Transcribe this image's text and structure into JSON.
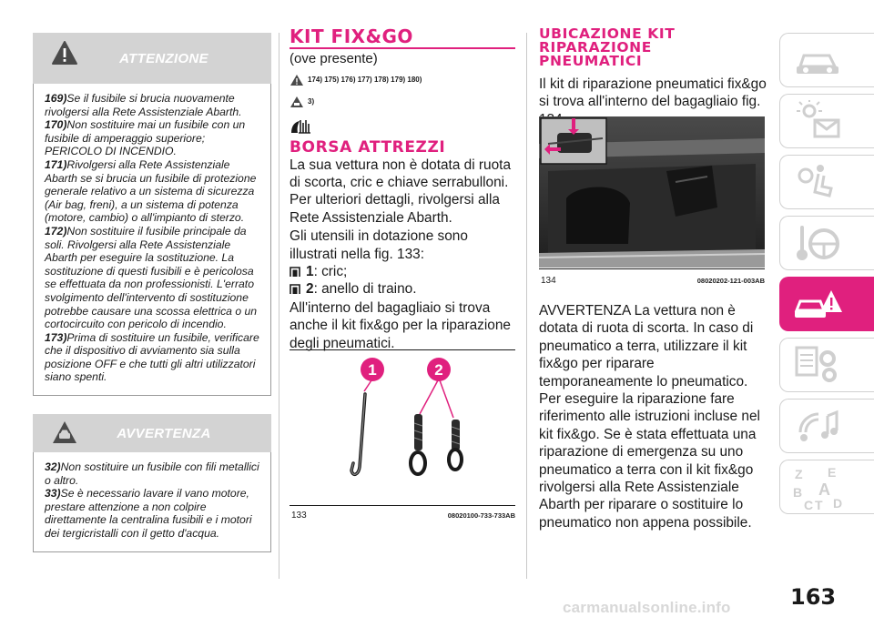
{
  "warning_box": {
    "title": "ATTENZIONE",
    "items": [
      {
        "num": "169)",
        "text": "Se il fusibile si brucia nuovamente rivolgersi alla Rete Assistenziale Abarth."
      },
      {
        "num": "170)",
        "text": "Non sostituire mai un fusibile con un fusibile di amperaggio superiore; PERICOLO DI INCENDIO."
      },
      {
        "num": "171)",
        "text": "Rivolgersi alla Rete Assistenziale Abarth se si brucia un fusibile di protezione generale relativo a un sistema di sicurezza (Air bag, freni), a un sistema di potenza (motore, cambio) o all'impianto di sterzo."
      },
      {
        "num": "172)",
        "text": "Non sostituire il fusibile principale da soli. Rivolgersi alla Rete Assistenziale Abarth per eseguire la sostituzione. La sostituzione di questi fusibili e è pericolosa se effettuata da non professionisti. L'errato svolgimento dell'intervento di sostituzione potrebbe causare una scossa elettrica o un cortocircuito con pericolo di incendio."
      },
      {
        "num": "173)",
        "text": "Prima di sostituire un fusibile, verificare che il dispositivo di avviamento sia sulla posizione OFF e che tutti gli altri utilizzatori siano spenti."
      }
    ]
  },
  "caution_box": {
    "title": "AVVERTENZA",
    "items": [
      {
        "num": "32)",
        "text": "Non sostituire un fusibile con fili metallici o altro."
      },
      {
        "num": "33)",
        "text": "Se è necessario lavare il vano motore, prestare attenzione a non colpire direttamente la centralina fusibili e i motori dei tergicristalli con il getto d'acqua."
      }
    ]
  },
  "kit_section": {
    "title": "KIT FIX&GO",
    "subtitle": "(ove presente)",
    "refs_warning": "174) 175) 176) 177) 178) 179) 180)",
    "refs_caution": "3)"
  },
  "tools_section": {
    "title": "BORSA ATTREZZI",
    "para1": "La sua vettura non è dotata di ruota di scorta, cric e chiave serrabulloni. Per ulteriori dettagli, rivolgersi alla Rete Assistenziale Abarth.",
    "para2": "Gli utensili in dotazione sono illustrati nella fig. 133:",
    "items": [
      {
        "num": "1",
        "text": ": cric;"
      },
      {
        "num": "2",
        "text": ": anello di traino."
      }
    ],
    "para3": "All'interno del bagagliaio si trova anche il kit fix&go per la riparazione degli pneumatici."
  },
  "fig133": {
    "num": "133",
    "code": "08020100-733-733AB",
    "callouts": [
      "1",
      "2"
    ]
  },
  "location_section": {
    "title_lines": [
      "UBICAZIONE KIT",
      "RIPARAZIONE",
      "PNEUMATICI"
    ],
    "para1": "Il kit di riparazione pneumatici fix&go si trova all'interno del bagagliaio fig. 134.",
    "para2": "AVVERTENZA La vettura non è dotata di ruota di scorta. In caso di pneumatico a terra, utilizzare il kit fix&go per riparare temporaneamente lo pneumatico. Per eseguire la riparazione fare riferimento alle istruzioni incluse nel kit fix&go. Se è stata effettuata una riparazione di emergenza su uno pneumatico a terra con il kit fix&go rivolgersi alla Rete Assistenziale Abarth per riparare o sostituire lo pneumatico non appena possibile."
  },
  "fig134": {
    "num": "134",
    "code": "08020202-121-003AB"
  },
  "sidebar": {
    "tabs": [
      {
        "icon": "car-dashboard-icon",
        "active": false
      },
      {
        "icon": "lights-envelope-icon",
        "active": false
      },
      {
        "icon": "airbag-seat-icon",
        "active": false
      },
      {
        "icon": "key-steering-icon",
        "active": false
      },
      {
        "icon": "car-emergency-icon",
        "active": true
      },
      {
        "icon": "maintenance-gear-icon",
        "active": false
      },
      {
        "icon": "multimedia-music-icon",
        "active": false
      },
      {
        "icon": "index-letters-icon",
        "active": false
      }
    ],
    "index_letters": [
      "Z",
      "E",
      "B",
      "A",
      "C",
      "T",
      "D"
    ]
  },
  "page_number": "163",
  "watermark": "carmanualsonline.info",
  "colors": {
    "accent": "#e0207e",
    "box_gray": "#d3d3d3",
    "text": "#1a1a1a"
  }
}
